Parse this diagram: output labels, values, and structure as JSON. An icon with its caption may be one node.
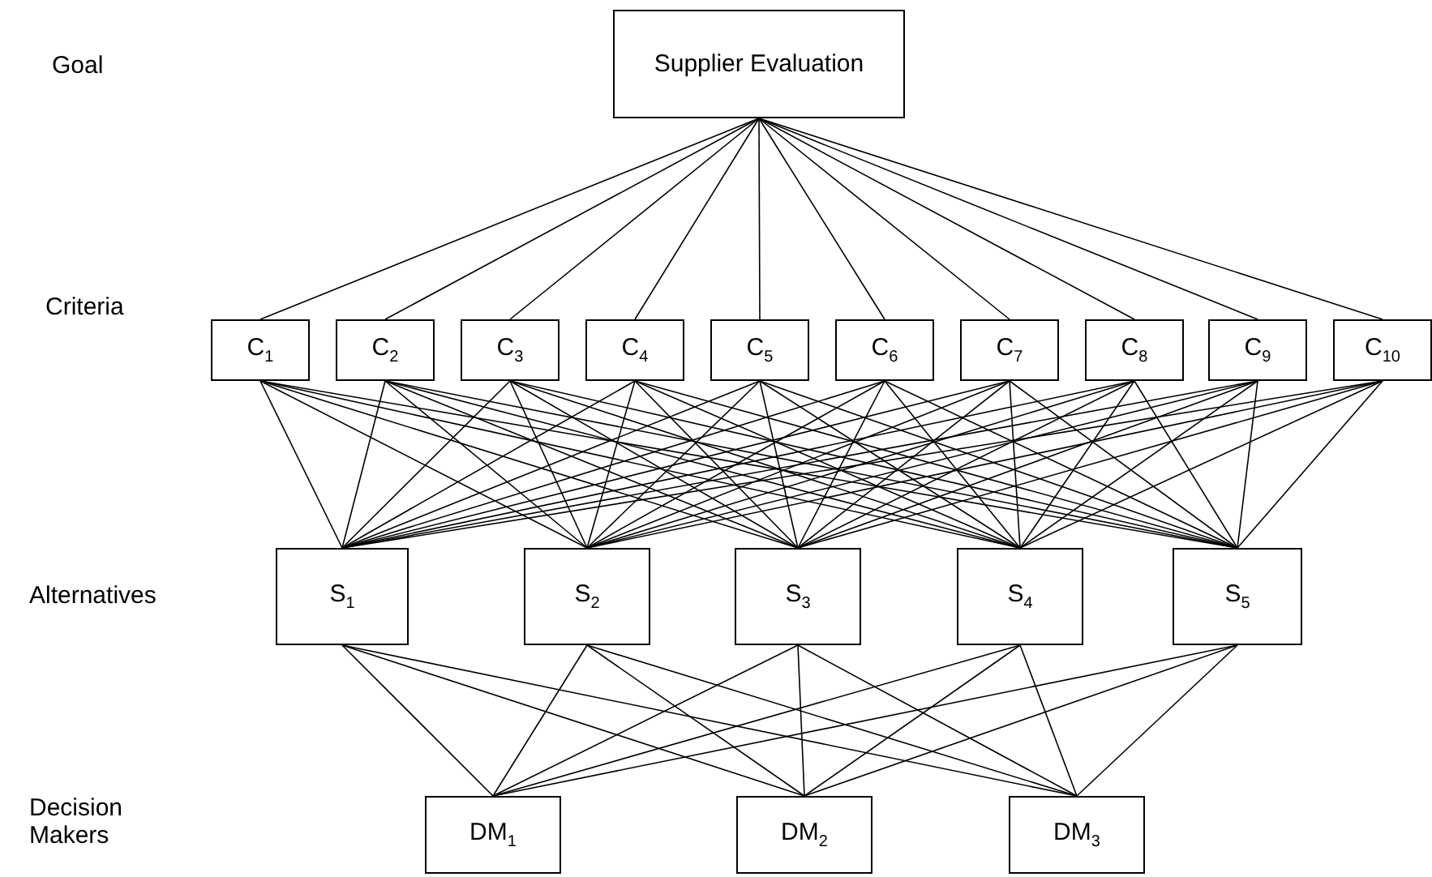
{
  "diagram": {
    "nodes": [
      {
        "text": [
          "Supplier Evaluation"
        ]
      },
      {
        "text": [
          "C$_{1}$"
        ]
      },
      {
        "text": [
          "C$_{2}$"
        ]
      },
      {
        "text": [
          "C$_{3}$"
        ]
      },
      {
        "text": [
          "C$_{4}$"
        ]
      },
      {
        "text": [
          "C$_{5}$"
        ]
      },
      {
        "text": [
          "C$_{6}$"
        ]
      },
      {
        "text": [
          "C$_{7}$"
        ]
      },
      {
        "text": [
          "C$_{8}$"
        ]
      },
      {
        "text": [
          "C$_{9}$"
        ]
      },
      {
        "text": [
          "C$_{10}$"
        ]
      },
      {
        "text": [
          "S$_{1}$"
        ]
      },
      {
        "text": [
          "S$_{2}$"
        ]
      },
      {
        "text": [
          "S$_{3}$"
        ]
      },
      {
        "text": [
          "S$_{4}$"
        ]
      },
      {
        "text": [
          "S$_{5}$"
        ]
      },
      {
        "text": [
          "DM$_{1}$"
        ]
      },
      {
        "text": [
          "DM$_{2}$"
        ]
      },
      {
        "text": [
          "DM$_{3}$"
        ]
      }
    ],
    "edges": [
      {
        "from": 0,
        "to": 1,
        "arrow": "none"
      },
      {
        "from": 0,
        "to": 2,
        "arrow": "none"
      },
      {
        "from": 0,
        "to": 3,
        "arrow": "none"
      },
      {
        "from": 0,
        "to": 4,
        "arrow": "none"
      },
      {
        "from": 0,
        "to": 5,
        "arrow": "none"
      },
      {
        "from": 0,
        "to": 6,
        "arrow": "none"
      },
      {
        "from": 0,
        "to": 7,
        "arrow": "none"
      },
      {
        "from": 0,
        "to": 8,
        "arrow": "none"
      },
      {
        "from": 0,
        "to": 9,
        "arrow": "none"
      },
      {
        "from": 0,
        "to": 10,
        "arrow": "none"
      },
      {
        "from": 1,
        "to": 11,
        "arrow": "none"
      },
      {
        "from": 1,
        "to": 12,
        "arrow": "none"
      },
      {
        "from": 1,
        "to": 13,
        "arrow": "none"
      },
      {
        "from": 1,
        "to": 14,
        "arrow": "none"
      },
      {
        "from": 1,
        "to": 15,
        "arrow": "none"
      },
      {
        "from": 2,
        "to": 11,
        "arrow": "none"
      },
      {
        "from": 2,
        "to": 12,
        "arrow": "none"
      },
      {
        "from": 2,
        "to": 13,
        "arrow": "none"
      },
      {
        "from": 2,
        "to": 14,
        "arrow": "none"
      },
      {
        "from": 2,
        "to": 15,
        "arrow": "none"
      },
      {
        "from": 3,
        "to": 11,
        "arrow": "none"
      },
      {
        "from": 3,
        "to": 12,
        "arrow": "none"
      },
      {
        "from": 3,
        "to": 13,
        "arrow": "none"
      },
      {
        "from": 3,
        "to": 14,
        "arrow": "none"
      },
      {
        "from": 3,
        "to": 15,
        "arrow": "none"
      },
      {
        "from": 4,
        "to": 11,
        "arrow": "none"
      },
      {
        "from": 4,
        "to": 12,
        "arrow": "none"
      },
      {
        "from": 4,
        "to": 13,
        "arrow": "none"
      },
      {
        "from": 4,
        "to": 14,
        "arrow": "none"
      },
      {
        "from": 4,
        "to": 15,
        "arrow": "none"
      },
      {
        "from": 5,
        "to": 11,
        "arrow": "none"
      },
      {
        "from": 5,
        "to": 12,
        "arrow": "none"
      },
      {
        "from": 5,
        "to": 13,
        "arrow": "none"
      },
      {
        "from": 5,
        "to": 14,
        "arrow": "none"
      },
      {
        "from": 5,
        "to": 15,
        "arrow": "none"
      },
      {
        "from": 6,
        "to": 11,
        "arrow": "none"
      },
      {
        "from": 6,
        "to": 12,
        "arrow": "none"
      },
      {
        "from": 6,
        "to": 13,
        "arrow": "none"
      },
      {
        "from": 6,
        "to": 14,
        "arrow": "none"
      },
      {
        "from": 6,
        "to": 15,
        "arrow": "none"
      },
      {
        "from": 7,
        "to": 11,
        "arrow": "none"
      },
      {
        "from": 7,
        "to": 12,
        "arrow": "none"
      },
      {
        "from": 7,
        "to": 13,
        "arrow": "none"
      },
      {
        "from": 7,
        "to": 14,
        "arrow": "none"
      },
      {
        "from": 7,
        "to": 15,
        "arrow": "none"
      },
      {
        "from": 8,
        "to": 11,
        "arrow": "none"
      },
      {
        "from": 8,
        "to": 12,
        "arrow": "none"
      },
      {
        "from": 8,
        "to": 13,
        "arrow": "none"
      },
      {
        "from": 8,
        "to": 14,
        "arrow": "none"
      },
      {
        "from": 8,
        "to": 15,
        "arrow": "none"
      },
      {
        "from": 9,
        "to": 11,
        "arrow": "none"
      },
      {
        "from": 9,
        "to": 12,
        "arrow": "none"
      },
      {
        "from": 9,
        "to": 13,
        "arrow": "none"
      },
      {
        "from": 9,
        "to": 14,
        "arrow": "none"
      },
      {
        "from": 9,
        "to": 15,
        "arrow": "none"
      },
      {
        "from": 10,
        "to": 11,
        "arrow": "none"
      },
      {
        "from": 10,
        "to": 12,
        "arrow": "none"
      },
      {
        "from": 10,
        "to": 13,
        "arrow": "none"
      },
      {
        "from": 10,
        "to": 14,
        "arrow": "none"
      },
      {
        "from": 10,
        "to": 15,
        "arrow": "none"
      },
      {
        "from": 11,
        "to": 16,
        "arrow": "none"
      },
      {
        "from": 11,
        "to": 17,
        "arrow": "none"
      },
      {
        "from": 11,
        "to": 18,
        "arrow": "none"
      },
      {
        "from": 12,
        "to": 16,
        "arrow": "none"
      },
      {
        "from": 12,
        "to": 17,
        "arrow": "none"
      },
      {
        "from": 12,
        "to": 18,
        "arrow": "none"
      },
      {
        "from": 13,
        "to": 16,
        "arrow": "none"
      },
      {
        "from": 13,
        "to": 17,
        "arrow": "none"
      },
      {
        "from": 13,
        "to": 18,
        "arrow": "none"
      },
      {
        "from": 14,
        "to": 16,
        "arrow": "none"
      },
      {
        "from": 14,
        "to": 17,
        "arrow": "none"
      },
      {
        "from": 14,
        "to": 18,
        "arrow": "none"
      },
      {
        "from": 15,
        "to": 16,
        "arrow": "none"
      },
      {
        "from": 15,
        "to": 17,
        "arrow": "none"
      },
      {
        "from": 15,
        "to": 18,
        "arrow": "none"
      }
    ],
    "labels": [
      "Goal",
      "Criteria",
      "Alternatives",
      "Decision Makers"
    ]
  }
}
